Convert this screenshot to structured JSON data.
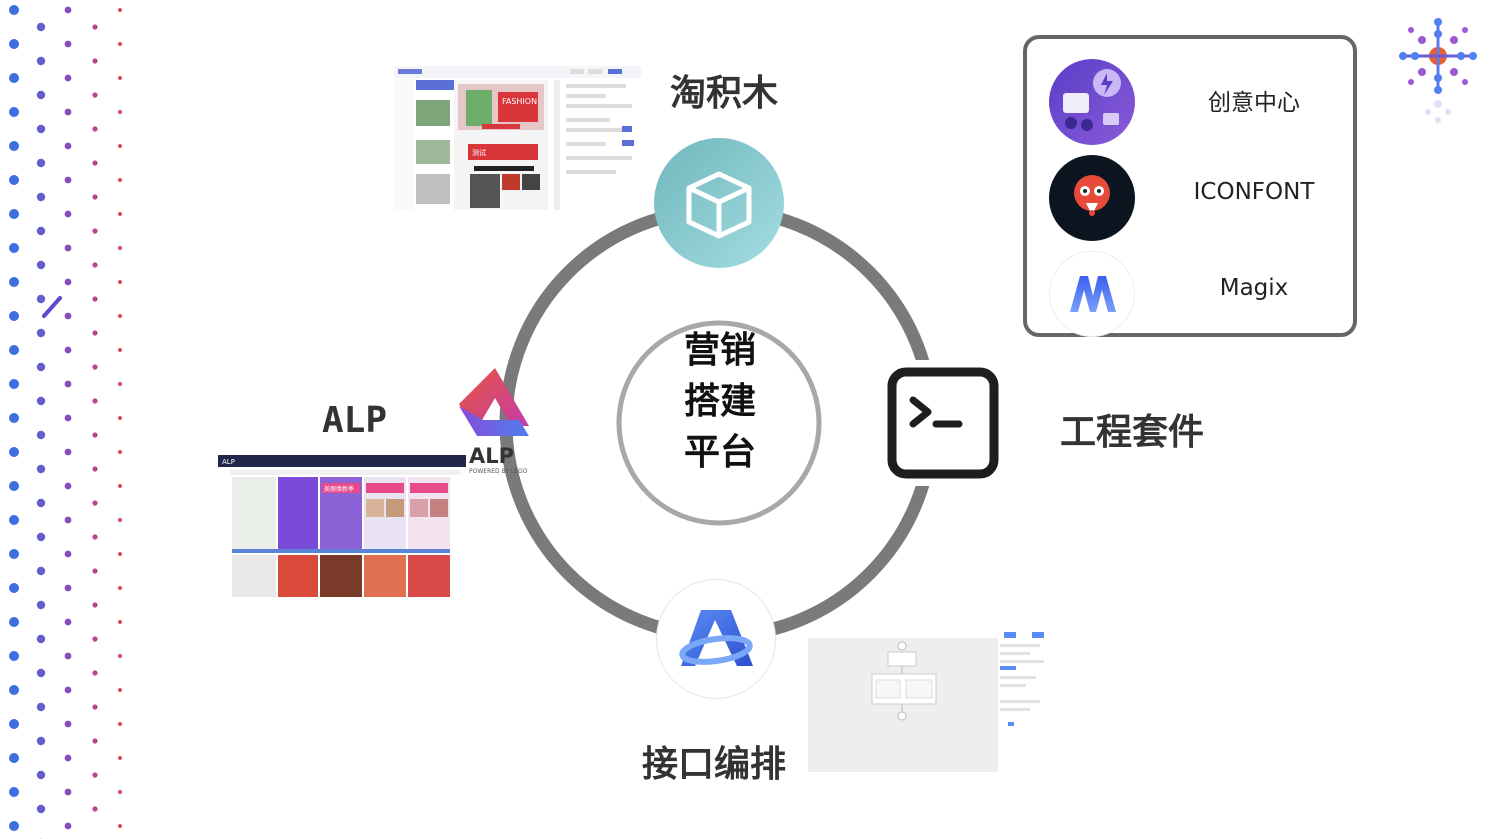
{
  "center": {
    "line1": "营销",
    "line2": "搭建",
    "line3": "平台"
  },
  "nodes": {
    "top": {
      "label": "淘积木",
      "icon": "cube-icon"
    },
    "right": {
      "label": "工程套件",
      "icon": "terminal-icon"
    },
    "bottom": {
      "label": "接口编排",
      "icon": "a-logo-icon"
    },
    "left": {
      "label": "ALP",
      "icon": "alp-logo",
      "logo_text": "ALP",
      "logo_sub": "POWERED BY LEGO"
    }
  },
  "legend": {
    "items": [
      {
        "label": "创意中心",
        "icon": "creative-center-icon"
      },
      {
        "label": "ICONFONT",
        "icon": "iconfont-icon"
      },
      {
        "label": "Magix",
        "icon": "magix-icon"
      }
    ]
  },
  "screenshot_texts": {
    "alp_brand": "ALP",
    "tjm_banner": "FASHION",
    "tjm_test": "测试",
    "alp_banner": "美丽焕新季"
  },
  "colors": {
    "ring": "#7a7a7a",
    "teal": "#7ec8cf",
    "dot_blue": "#3b6fe0",
    "dot_purple": "#8a4bbd",
    "dot_red": "#d9455a"
  }
}
